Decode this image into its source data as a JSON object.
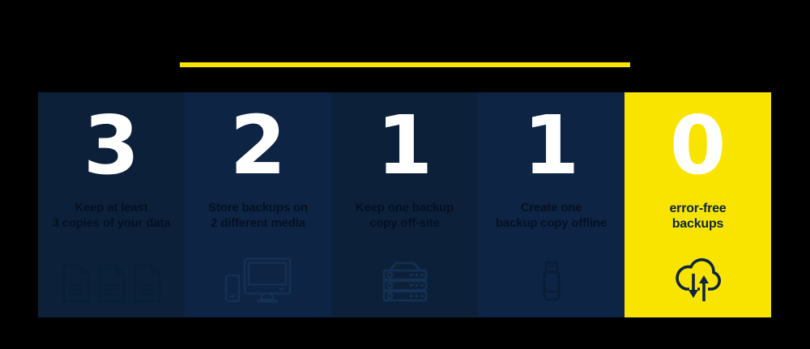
{
  "title_rule": {
    "color": "#f9e400"
  },
  "columns": [
    {
      "number": "3",
      "caption_lines": [
        "Keep at least",
        "3 copies of your data"
      ],
      "icon": "documents-icon"
    },
    {
      "number": "2",
      "caption_lines": [
        "Store backups on",
        "2 different media"
      ],
      "icon": "computer-devices-icon"
    },
    {
      "number": "1",
      "caption_lines": [
        "Keep one backup",
        "copy off-site"
      ],
      "icon": "server-icon"
    },
    {
      "number": "1",
      "caption_lines": [
        "Create one",
        "backup copy offline"
      ],
      "icon": "usb-drive-icon"
    },
    {
      "number": "0",
      "caption_lines": [
        "error-free",
        "backups"
      ],
      "icon": "cloud-sync-icon"
    }
  ],
  "colors": {
    "background": "#000000",
    "panel_navy_dark": "#0c2139",
    "panel_navy_light": "#0e2444",
    "panel_yellow": "#f9e400",
    "number_color": "#ffffff",
    "caption_navy": "#041022",
    "caption_on_yellow": "#0d2440",
    "divider_yellow": "#f9e400"
  }
}
